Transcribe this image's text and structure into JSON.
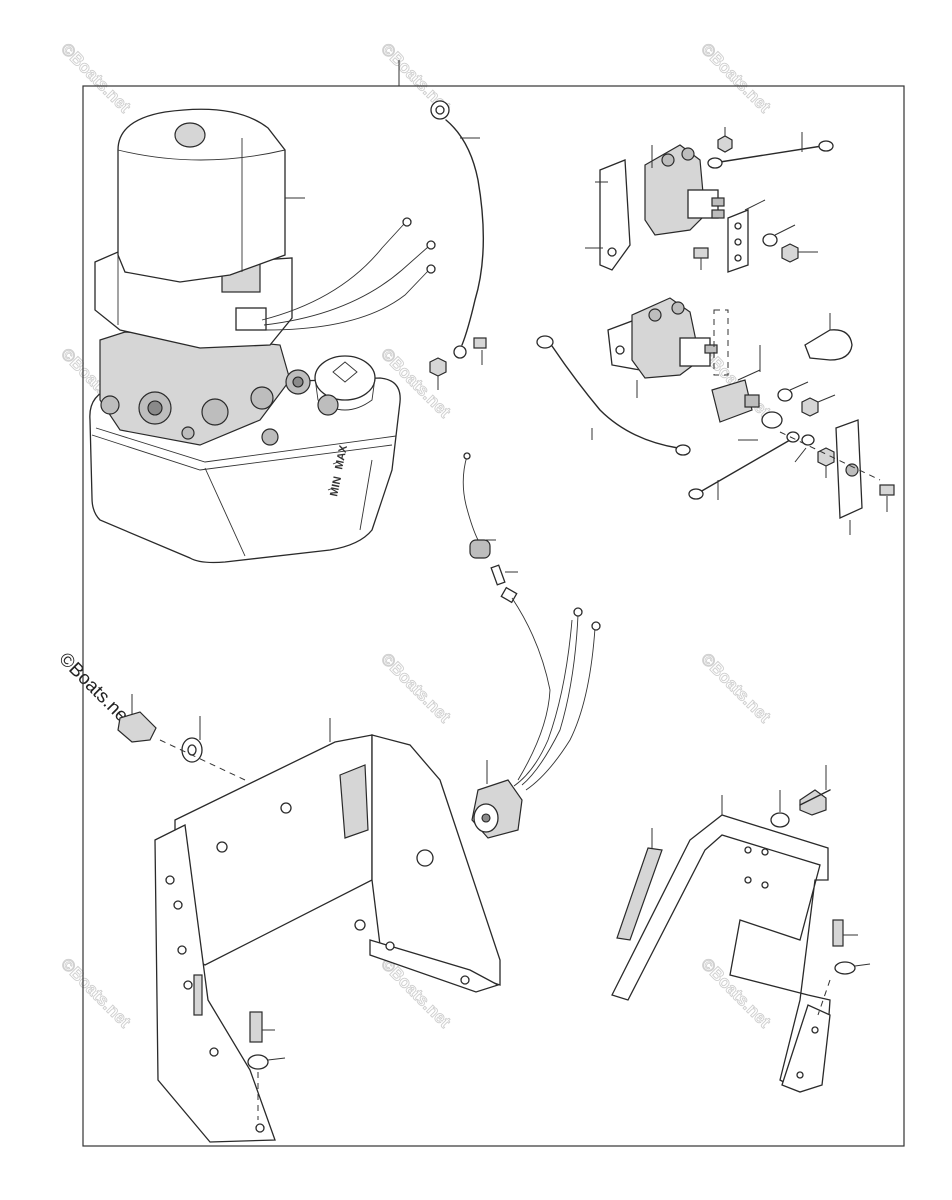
{
  "watermark": {
    "text": "©Boats.net"
  },
  "tank_labels": {
    "max": "MAX",
    "min": "MIN"
  },
  "colors": {
    "line": "#2a2a2a",
    "shade": "#d6d6d6",
    "watermark": "#cfcfcf"
  }
}
